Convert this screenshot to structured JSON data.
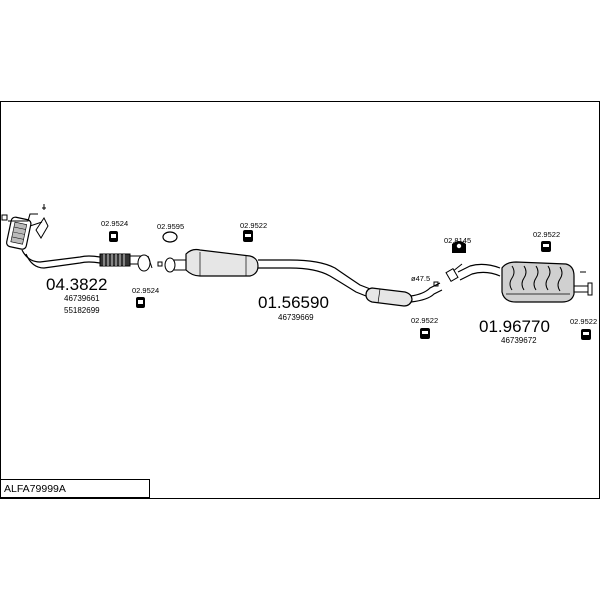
{
  "parts": {
    "front_pipe": {
      "code": "04.3822",
      "oe1": "46739661",
      "oe2": "55182699"
    },
    "middle_silencer": {
      "code": "01.56590",
      "oe": "46739669"
    },
    "rear_silencer": {
      "code": "01.96770",
      "oe": "46739672"
    }
  },
  "fittings": {
    "f1": "02.9524",
    "f2": "02.9595",
    "f3": "02.9522",
    "f4": "02.9524",
    "f5": "02.8145",
    "f6": "02.9522",
    "f7": "02.9522",
    "f8": "02.9522"
  },
  "pipe_diameter": "ø47.5",
  "diagram_code": "ALFA79999A"
}
